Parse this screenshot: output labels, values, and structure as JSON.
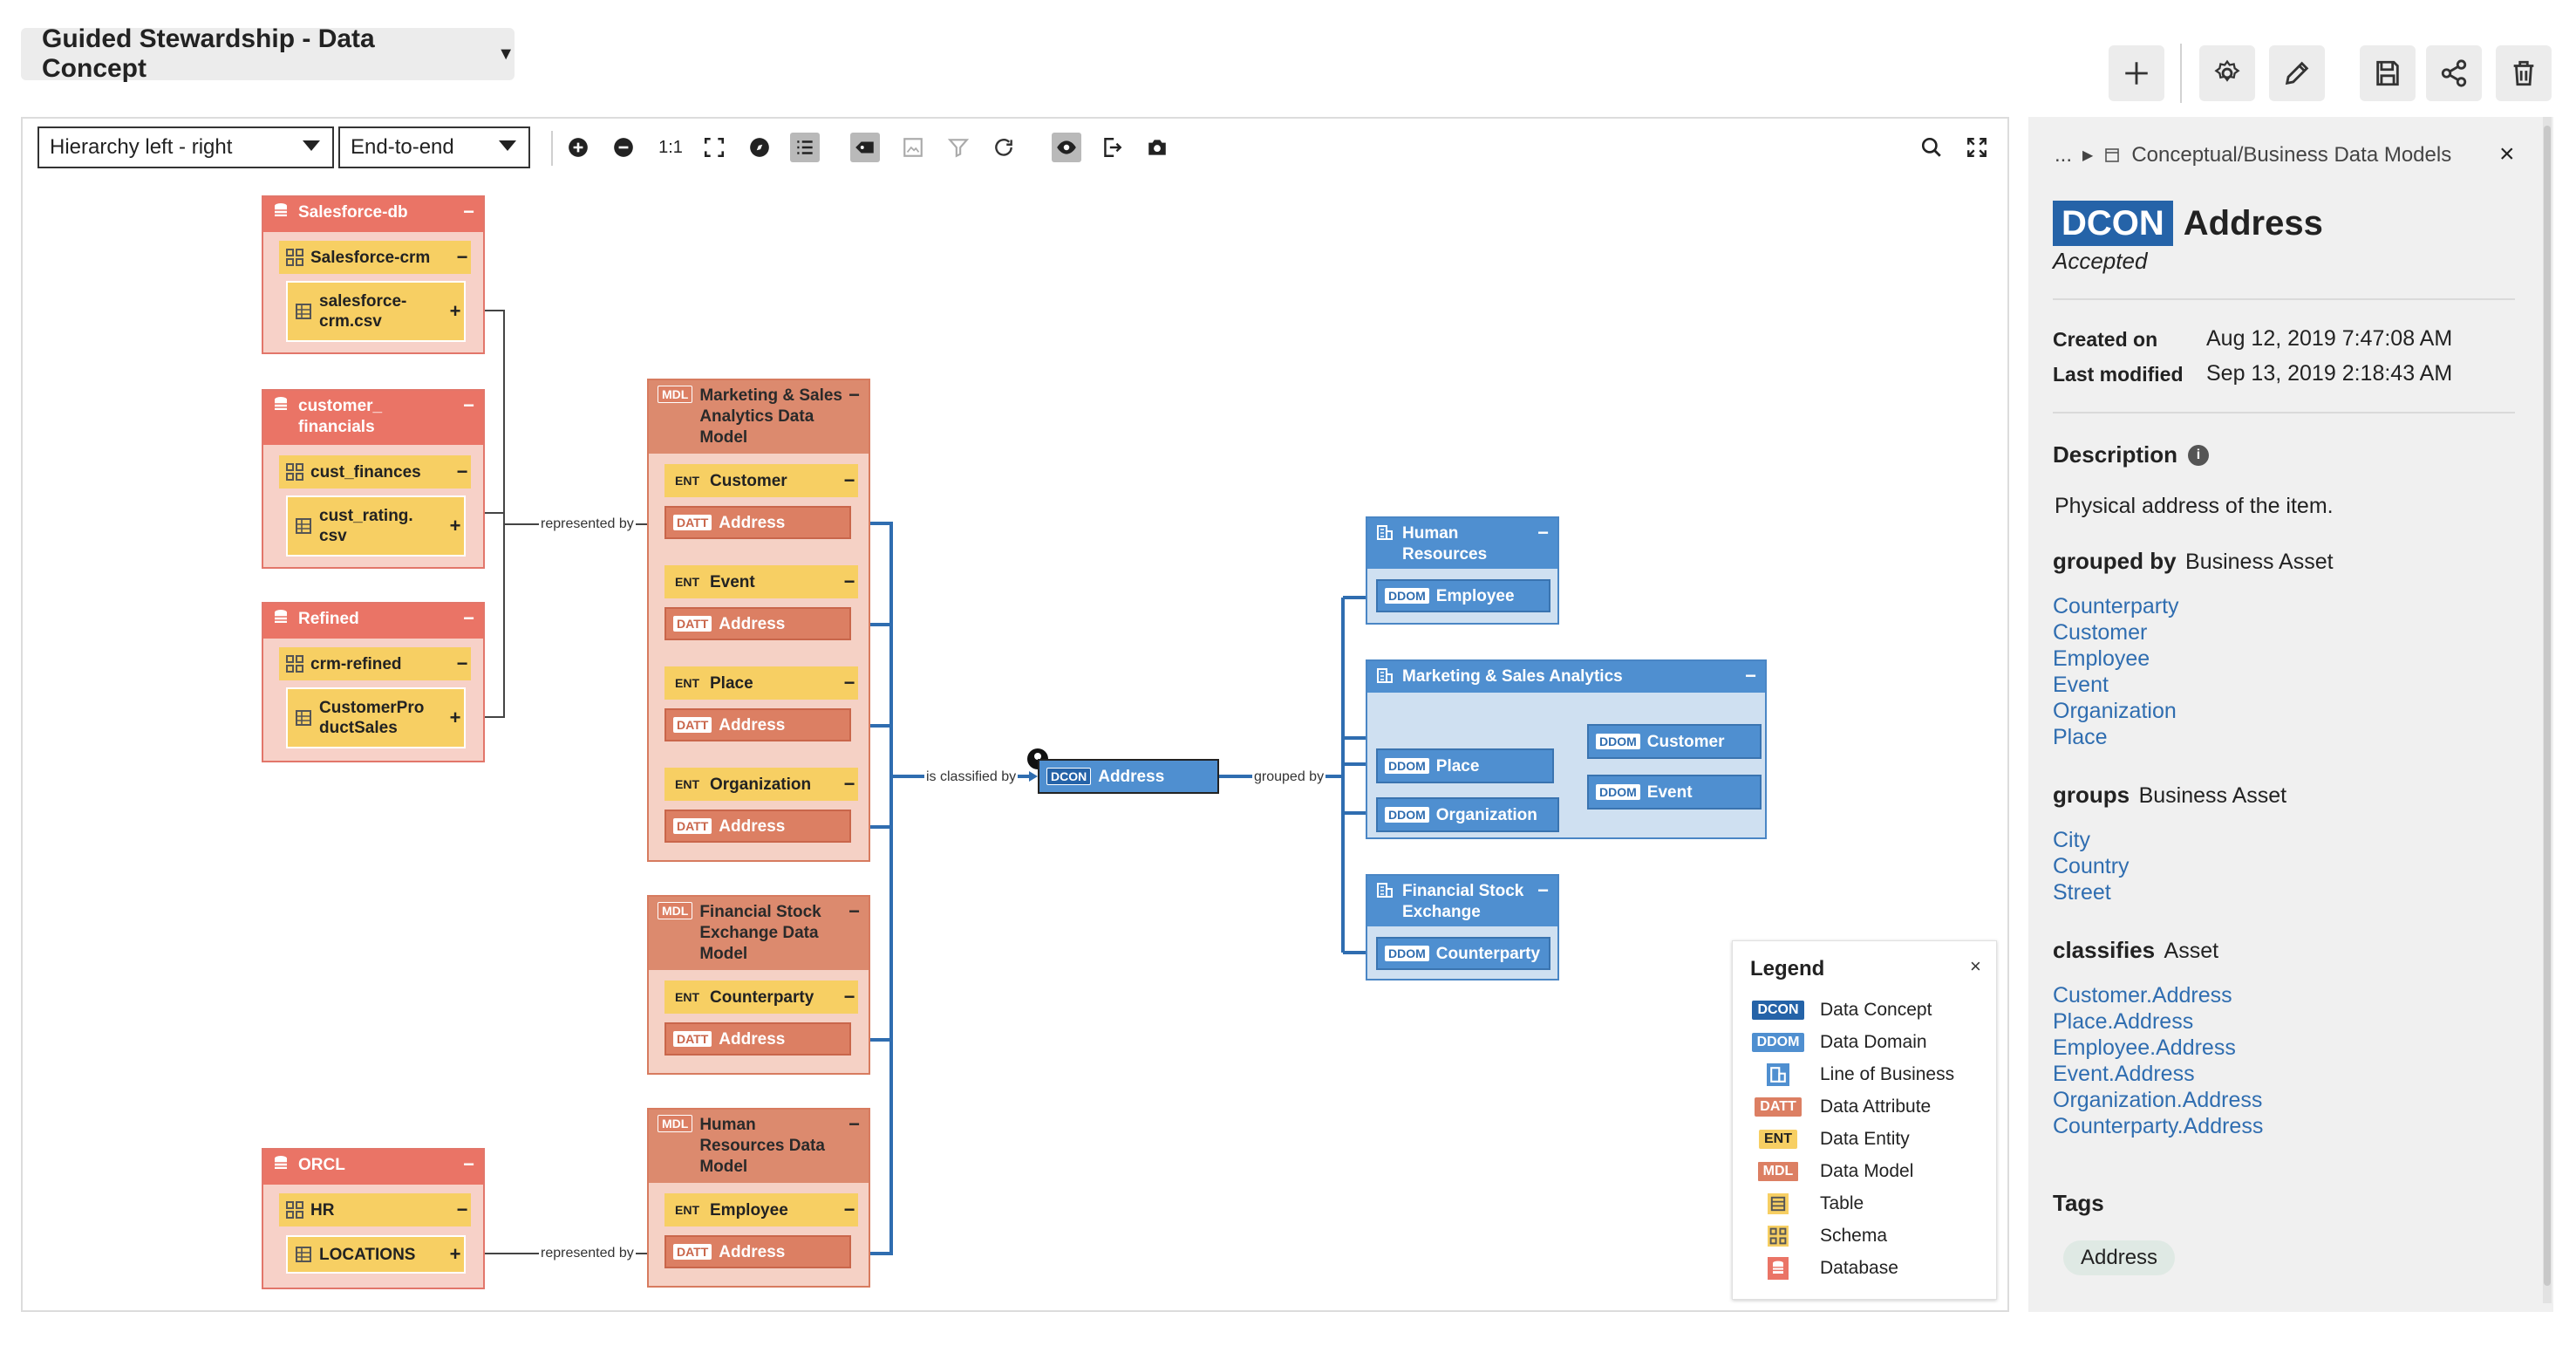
{
  "header": {
    "title": "Guided Stewardship - Data Concept"
  },
  "toolbar": {
    "layout": "Hierarchy left - right",
    "mode": "End-to-end",
    "fit_label": "1:1"
  },
  "graph": {
    "salesforce": {
      "db": "Salesforce-db",
      "schema": "Salesforce-crm",
      "table": "salesforce-\ncrm.csv"
    },
    "custfin": {
      "db": "customer_\nfinancials",
      "schema": "cust_finances",
      "table": "cust_rating.\ncsv"
    },
    "refined": {
      "db": "Refined",
      "schema": "crm-refined",
      "table": "CustomerPro\nductSales"
    },
    "orcl": {
      "db": "ORCL",
      "schema": "HR",
      "table": "LOCATIONS"
    },
    "mdl1": {
      "name": "Marketing & Sales\nAnalytics Data\nModel",
      "entities": [
        {
          "name": "Customer",
          "attr": "Address"
        },
        {
          "name": "Event",
          "attr": "Address"
        },
        {
          "name": "Place",
          "attr": "Address"
        },
        {
          "name": "Organization",
          "attr": "Address"
        }
      ]
    },
    "mdl2": {
      "name": "Financial Stock\nExchange Data\nModel",
      "entities": [
        {
          "name": "Counterparty",
          "attr": "Address"
        }
      ]
    },
    "mdl3": {
      "name": "Human\nResources Data\nModel",
      "entities": [
        {
          "name": "Employee",
          "attr": "Address"
        }
      ]
    },
    "center": {
      "name": "Address"
    },
    "hr": {
      "name": "Human\nResources",
      "domain": "Employee"
    },
    "msa": {
      "name": "Marketing & Sales Analytics",
      "domains": [
        "Customer",
        "Place",
        "Event",
        "Organization"
      ]
    },
    "fse": {
      "name": "Financial Stock\nExchange",
      "domain": "Counterparty"
    },
    "edges": {
      "represented_by": "represented by",
      "classified_by": "is classified by",
      "grouped_by": "grouped by"
    },
    "tags": {
      "mdl": "MDL",
      "ent": "ENT",
      "datt": "DATT",
      "ddom": "DDOM",
      "dcon": "DCON"
    }
  },
  "legend": {
    "title": "Legend",
    "items": [
      {
        "key": "DCON",
        "label": "Data Concept"
      },
      {
        "key": "DDOM",
        "label": "Data Domain"
      },
      {
        "key": "lob-icon",
        "label": "Line of Business"
      },
      {
        "key": "DATT",
        "label": "Data Attribute"
      },
      {
        "key": "ENT",
        "label": "Data Entity"
      },
      {
        "key": "MDL",
        "label": "Data Model"
      },
      {
        "key": "table-icon",
        "label": "Table"
      },
      {
        "key": "schema-icon",
        "label": "Schema"
      },
      {
        "key": "database-icon",
        "label": "Database"
      }
    ]
  },
  "panel": {
    "breadcrumb_more": "...",
    "breadcrumb": "Conceptual/Business Data Models",
    "type_badge": "DCON",
    "name": "Address",
    "status": "Accepted",
    "created_label": "Created on",
    "created_value": "Aug 12, 2019 7:47:08 AM",
    "modified_label": "Last modified",
    "modified_value": "Sep 13, 2019 2:18:43 AM",
    "description_label": "Description",
    "description": "Physical address of the item.",
    "grouped_by": {
      "label": "grouped by",
      "type": "Business Asset",
      "items": [
        "Counterparty",
        "Customer",
        "Employee",
        "Event",
        "Organization",
        "Place"
      ]
    },
    "groups": {
      "label": "groups",
      "type": "Business Asset",
      "items": [
        "City",
        "Country",
        "Street"
      ]
    },
    "classifies": {
      "label": "classifies",
      "type": "Asset",
      "items": [
        "Customer.Address",
        "Place.Address",
        "Employee.Address",
        "Event.Address",
        "Organization.Address",
        "Counterparty.Address"
      ]
    },
    "tags_label": "Tags",
    "tags": [
      "Address"
    ]
  },
  "colors": {
    "accent": "#2f6db0",
    "database": "#ea7466",
    "model": "#dc8a6e",
    "entity": "#f7cf63",
    "domain": "#4f8fd0",
    "concept": "#2563a8"
  }
}
